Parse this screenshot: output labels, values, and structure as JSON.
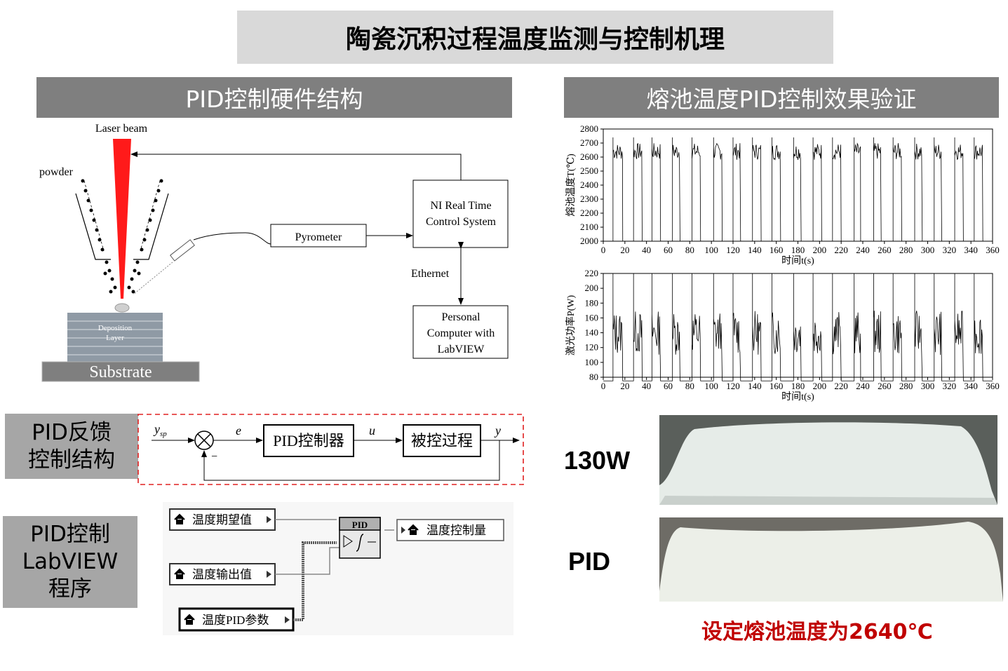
{
  "title": "陶瓷沉积过程温度监测与控制机理",
  "left_header": "PID控制硬件结构",
  "right_header": "熔池温度PID控制效果验证",
  "hardware": {
    "laser_beam": "Laser beam",
    "powder": "powder",
    "pyrometer": "Pyrometer",
    "ni_line1": "NI Real Time",
    "ni_line2": "Control System",
    "ethernet": "Ethernet",
    "pc_line1": "Personal",
    "pc_line2": "Computer with",
    "pc_line3": "LabVIEW",
    "deposition1": "Deposition",
    "deposition2": "Layer",
    "substrate": "Substrate"
  },
  "feedback": {
    "label_line1": "PID反馈",
    "label_line2": "控制结构",
    "ysp": "y",
    "ysp_sub": "sp",
    "e": "e",
    "controller": "PID控制器",
    "u": "u",
    "process": "被控过程",
    "y": "y",
    "minus": "−"
  },
  "labview": {
    "label_line1": "PID控制",
    "label_line2": "LabVIEW",
    "label_line3": "程序",
    "setpoint": "温度期望值",
    "output": "温度输出值",
    "params": "温度PID参数",
    "pid": "PID",
    "control": "温度控制量"
  },
  "samples": {
    "w130": "130W",
    "pid": "PID"
  },
  "note": "设定熔池温度为2640℃",
  "chart_data": [
    {
      "type": "line",
      "title": "",
      "xlabel": "时间t(s)",
      "ylabel": "熔池温度T(℃)",
      "xlim": [
        0,
        360
      ],
      "ylim": [
        2000,
        2800
      ],
      "x_ticks": [
        0,
        20,
        40,
        60,
        80,
        100,
        120,
        140,
        160,
        180,
        200,
        220,
        240,
        260,
        280,
        300,
        320,
        340,
        360
      ],
      "y_ticks": [
        2000,
        2100,
        2200,
        2300,
        2400,
        2500,
        2600,
        2700,
        2800
      ],
      "pulses": [
        [
          9,
          18
        ],
        [
          28,
          36
        ],
        [
          45,
          53
        ],
        [
          64,
          71
        ],
        [
          82,
          90
        ],
        [
          102,
          110
        ],
        [
          120,
          127
        ],
        [
          138,
          146
        ],
        [
          156,
          164
        ],
        [
          176,
          183
        ],
        [
          194,
          202
        ],
        [
          212,
          220
        ],
        [
          232,
          238
        ],
        [
          250,
          257
        ],
        [
          268,
          276
        ],
        [
          288,
          295
        ],
        [
          306,
          313
        ],
        [
          325,
          333
        ],
        [
          343,
          351
        ]
      ],
      "pulse_level": 2640,
      "base_level": 2000
    },
    {
      "type": "line",
      "title": "",
      "xlabel": "时间t(s)",
      "ylabel": "激光功率P(W)",
      "xlim": [
        0,
        360
      ],
      "ylim": [
        80,
        220
      ],
      "x_ticks": [
        0,
        20,
        40,
        60,
        80,
        100,
        120,
        140,
        160,
        180,
        200,
        220,
        240,
        260,
        280,
        300,
        320,
        340,
        360
      ],
      "y_ticks": [
        80,
        100,
        120,
        140,
        160,
        180,
        200,
        220
      ],
      "pulses": [
        [
          9,
          18
        ],
        [
          28,
          36
        ],
        [
          45,
          53
        ],
        [
          64,
          71
        ],
        [
          82,
          90
        ],
        [
          102,
          110
        ],
        [
          120,
          127
        ],
        [
          138,
          146
        ],
        [
          156,
          164
        ],
        [
          176,
          183
        ],
        [
          194,
          202
        ],
        [
          212,
          220
        ],
        [
          232,
          238
        ],
        [
          250,
          257
        ],
        [
          268,
          276
        ],
        [
          288,
          295
        ],
        [
          306,
          313
        ],
        [
          325,
          333
        ],
        [
          343,
          351
        ]
      ],
      "high_level": 220,
      "base_level": 75
    }
  ]
}
